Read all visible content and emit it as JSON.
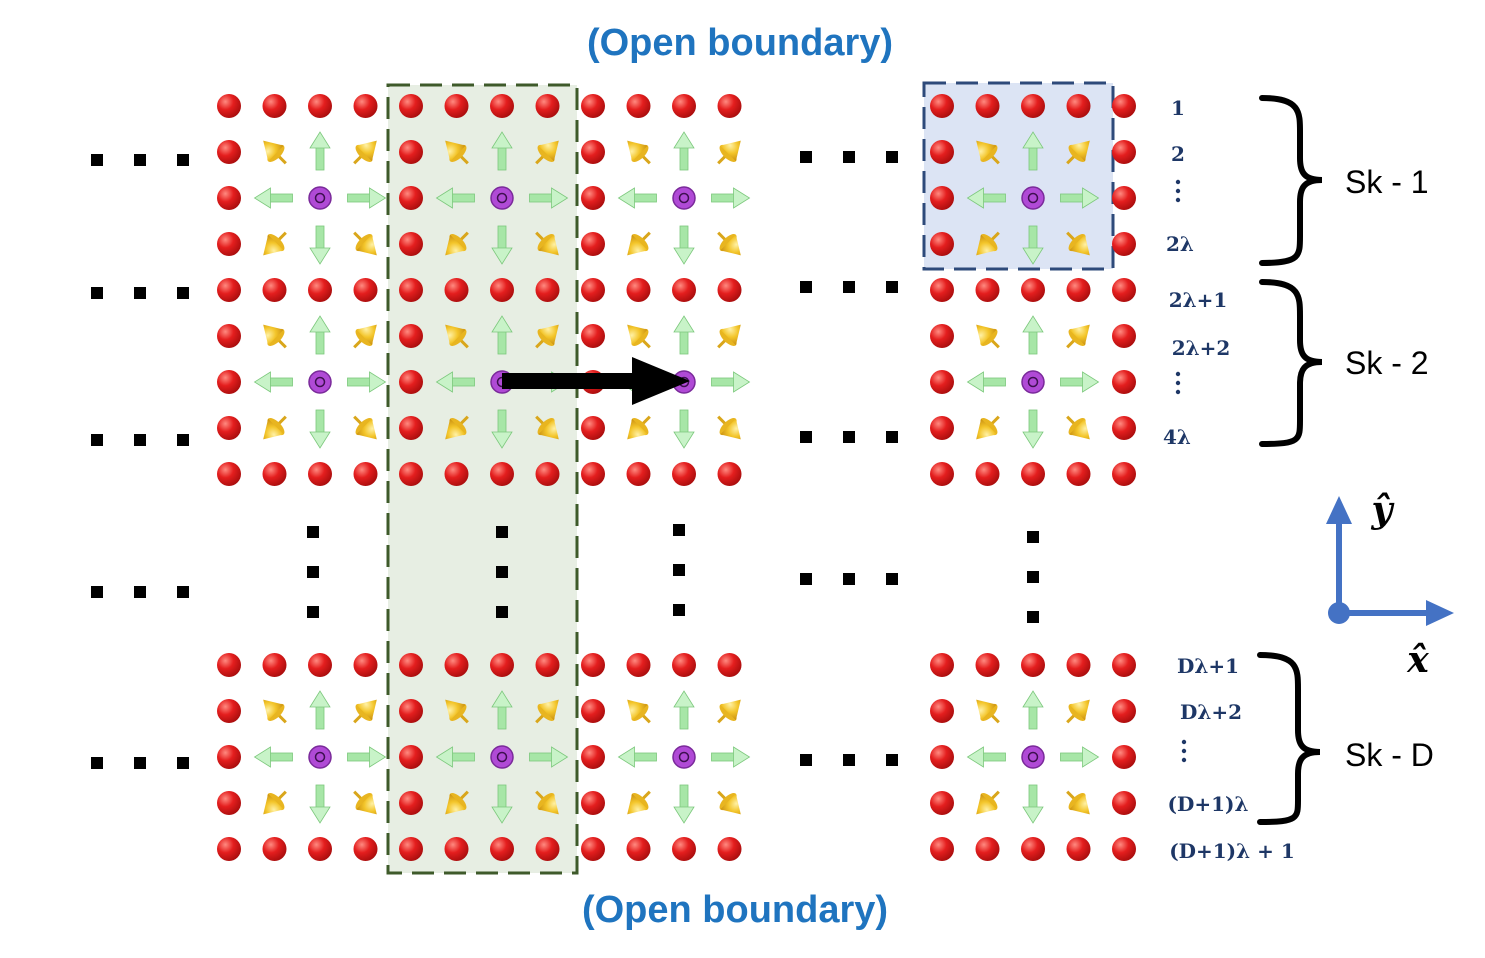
{
  "boundary_top": "(Open boundary)",
  "boundary_bottom": "(Open boundary)",
  "row_labels": [
    "1",
    "2",
    "2λ",
    "2λ+1",
    "2λ+2",
    "4λ",
    "Dλ+1",
    "Dλ+2",
    "(D+1)λ",
    "(D+1)λ + 1"
  ],
  "skyrmion_labels": [
    "Sk - 1",
    "Sk - 2",
    "Sk - D"
  ],
  "axes": {
    "x": "x̂",
    "y": "ŷ"
  },
  "colors": {
    "site": "#e01b1b",
    "core": "#b04ad6",
    "spin_in_plane": "#9de39d",
    "spin_diagonal": "#f2c227",
    "highlight_green": "#b9cfae",
    "highlight_green_border": "#3e5a2a",
    "highlight_blue": "#c9d6ee",
    "highlight_blue_border": "#2e4a7a",
    "axes": "#4472c4",
    "boundary_text": "#1f74bf",
    "row_label_text": "#1e3766"
  },
  "icons": [
    "lattice-site",
    "out-of-plane-spin-icon",
    "in-plane-spin-arrow-icon",
    "diagonal-spin-cone-icon",
    "brace-icon",
    "translation-arrow-icon",
    "ellipsis-dots"
  ]
}
